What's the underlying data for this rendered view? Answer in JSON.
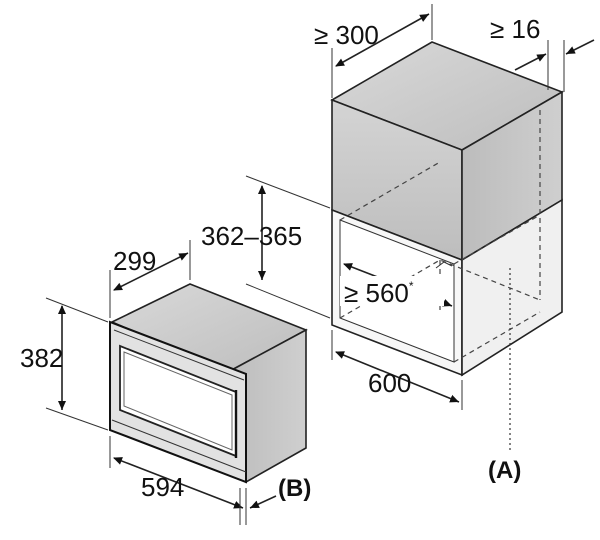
{
  "dimensions": {
    "cabinet_depth": "≥ 300",
    "side_clearance": "≥ 16",
    "niche_height": "362–365",
    "niche_width": "≥ 560",
    "niche_width_note": "*",
    "cabinet_width": "600",
    "appliance_depth": "299",
    "appliance_height": "382",
    "appliance_width": "594"
  },
  "labels": {
    "a": "(A)",
    "b": "(B)"
  }
}
